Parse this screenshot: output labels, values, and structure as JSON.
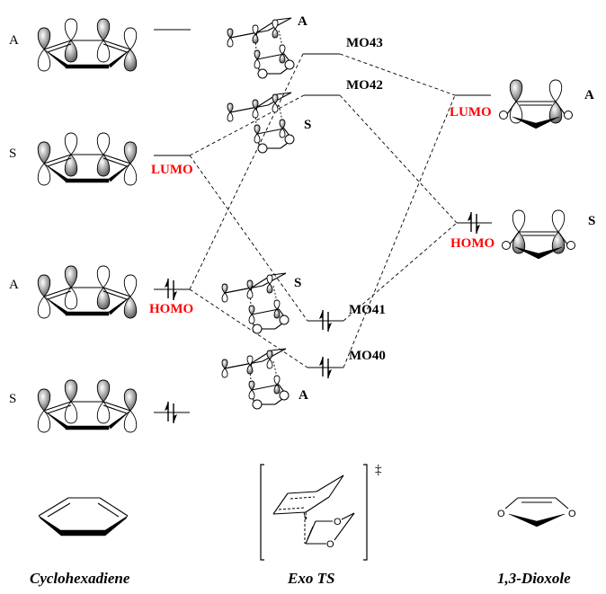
{
  "diagram": {
    "title_left": "Cyclohexadiene",
    "title_center": "Exo TS",
    "title_right": "1,3-Dioxole",
    "ts_symbol": "‡",
    "colors": {
      "frontier_label": "#ff0000",
      "level_line": "#555555"
    }
  },
  "left_column": {
    "levels": [
      {
        "symmetry": "A",
        "electrons": 0,
        "label": ""
      },
      {
        "symmetry": "S",
        "electrons": 0,
        "label": "LUMO"
      },
      {
        "symmetry": "A",
        "electrons": 2,
        "label": "HOMO"
      },
      {
        "symmetry": "S",
        "electrons": 2,
        "label": ""
      }
    ]
  },
  "center_column": {
    "levels": [
      {
        "name": "MO43",
        "symmetry": "A",
        "electrons": 0
      },
      {
        "name": "MO42",
        "symmetry": "S",
        "electrons": 0
      },
      {
        "name": "MO41",
        "symmetry": "S",
        "electrons": 2
      },
      {
        "name": "MO40",
        "symmetry": "A",
        "electrons": 2
      }
    ]
  },
  "right_column": {
    "levels": [
      {
        "symmetry": "A",
        "electrons": 0,
        "label": "LUMO"
      },
      {
        "symmetry": "S",
        "electrons": 2,
        "label": "HOMO"
      }
    ]
  },
  "atoms": {
    "oxygen": "O"
  },
  "correlations": [
    [
      "left.LUMO",
      "MO42"
    ],
    [
      "left.LUMO",
      "MO41"
    ],
    [
      "left.HOMO",
      "MO43"
    ],
    [
      "left.HOMO",
      "MO40"
    ],
    [
      "right.LUMO",
      "MO43"
    ],
    [
      "right.LUMO",
      "MO40"
    ],
    [
      "right.HOMO",
      "MO42"
    ],
    [
      "right.HOMO",
      "MO41"
    ]
  ]
}
